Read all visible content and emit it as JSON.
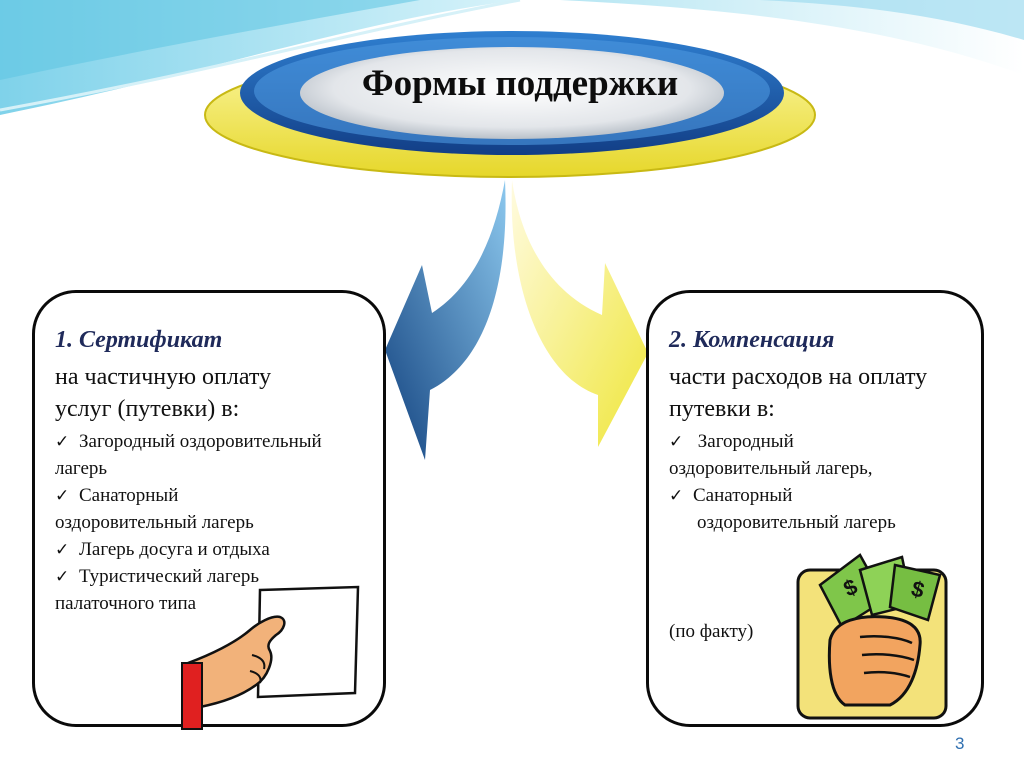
{
  "slide": {
    "title": "Формы поддержки",
    "page_number": "3"
  },
  "left_card": {
    "heading": "1. Сертификат",
    "intro_line1": "на частичную оплату",
    "intro_line2": "услуг (путевки) в:",
    "items": [
      {
        "line1": "Загородный оздоровительный",
        "line2": "лагерь"
      },
      {
        "line1": "Санаторный",
        "line2": "оздоровительный лагерь"
      },
      {
        "line1": "Лагерь досуга и отдыха",
        "line2": ""
      },
      {
        "line1": "Туристический лагерь",
        "line2": "палаточного типа"
      }
    ]
  },
  "right_card": {
    "heading": "2. Компенсация",
    "intro_line1": "части расходов на оплату",
    "intro_line2": "путевки в:",
    "items": [
      {
        "line1": "Загородный",
        "line2": "оздоровительный лагерь,"
      },
      {
        "line1": "Санаторный",
        "line2": "оздоровительный лагерь"
      }
    ],
    "note": "(по факту)"
  },
  "icons": {
    "check": "✓",
    "hand_paper": "hand-holding-paper-icon",
    "money_fist": "fist-with-money-icon"
  },
  "colors": {
    "banner_yellow": "#f2e64a",
    "banner_blue": "#1f5fae",
    "arrow_blue": "#2a7ec4",
    "arrow_yellow": "#f0ec5a",
    "heading_text": "#1f2a5a"
  }
}
